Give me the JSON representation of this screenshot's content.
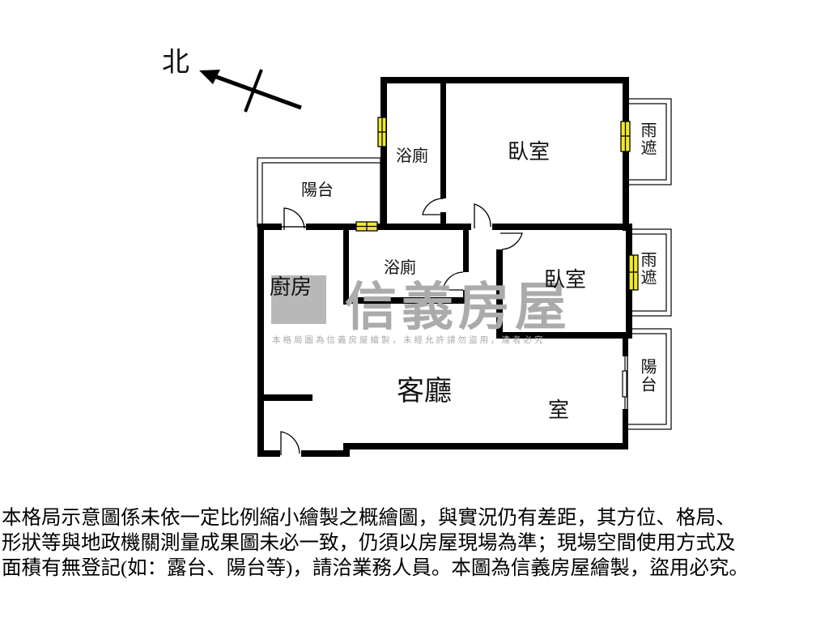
{
  "compass": {
    "label": "北",
    "icon": "north-arrow-icon"
  },
  "rooms": {
    "bath_top": "浴廁",
    "bedroom_top": "臥室",
    "canopy_top": "雨遮",
    "balcony_top": "陽台",
    "bath_mid": "浴廁",
    "kitchen": "廚房",
    "bedroom_mid": "臥室",
    "canopy_mid": "雨遮",
    "living": "客廳",
    "room_partial": "室",
    "balcony_right": "陽台"
  },
  "watermark": {
    "brand": "信義房屋",
    "note": "本格局圖為信義房屋繪製，未經允許請勿盜用，違者必究"
  },
  "disclaimer": {
    "lines": [
      "本格局示意圖係未依一定比例縮小繪製之概繪圖，與實況仍有差距，其方位、格局、",
      "形狀等與地政機關測量成果圖未必一致，仍須以房屋現場為準；現場空間使用方式及",
      "面積有無登記(如：露台、陽台等)，請洽業務人員。本圖為信義房屋繪製，盜用必究。"
    ]
  },
  "colors": {
    "wall": "#000000",
    "window": "#f2ea2a",
    "watermark": "#ababab",
    "background": "#ffffff"
  }
}
